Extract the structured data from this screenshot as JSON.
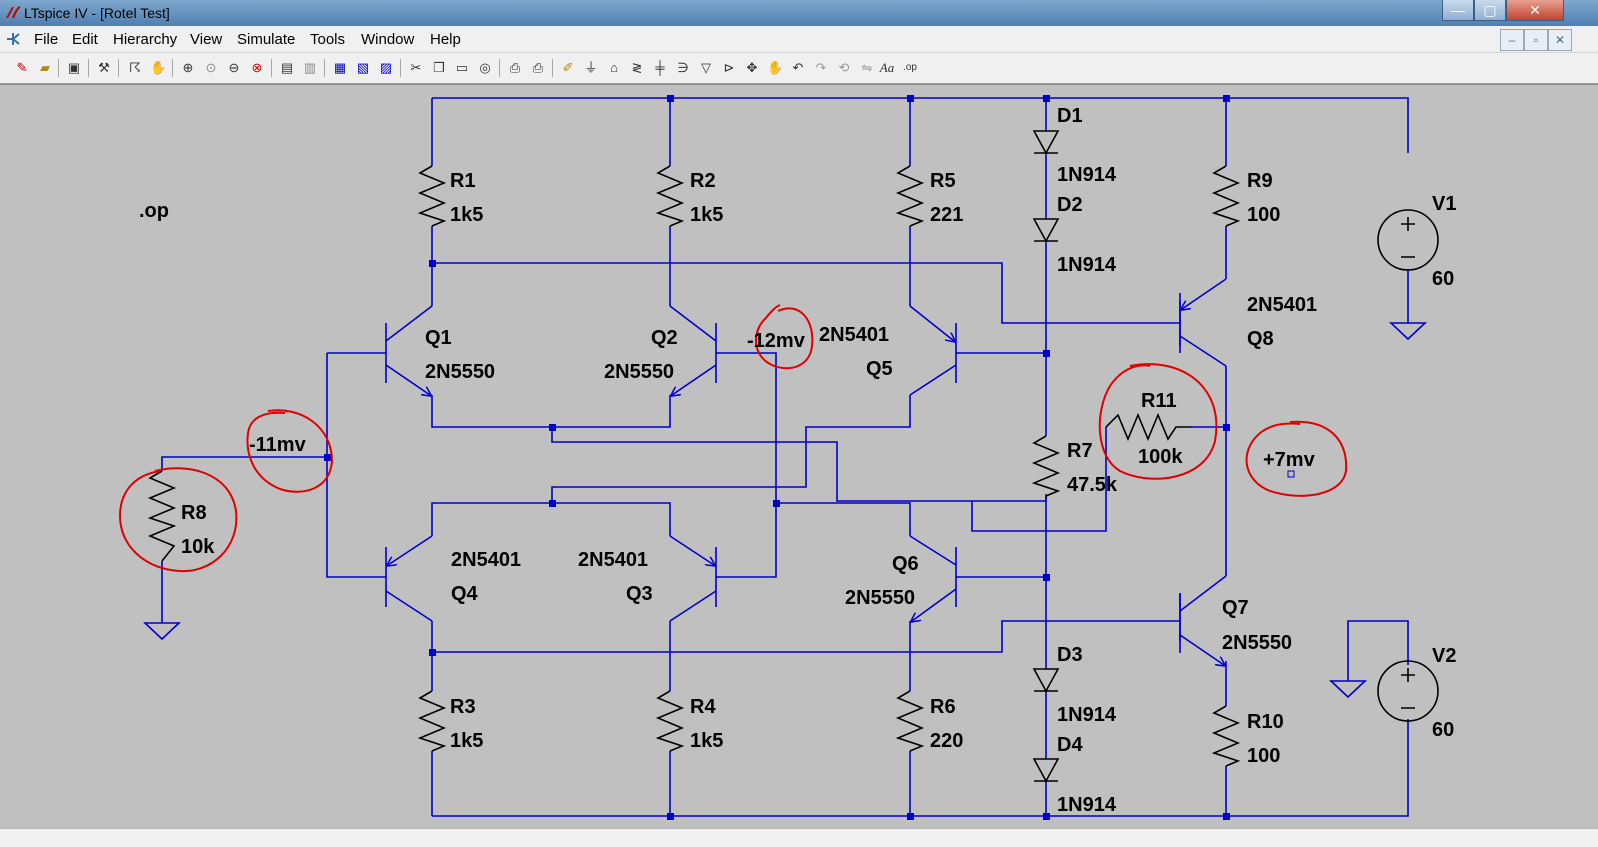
{
  "window": {
    "title": "LTspice IV - [Rotel Test]"
  },
  "window_controls": {
    "minimize": "—",
    "maximize": "▢",
    "close": "✕"
  },
  "menu": {
    "items": [
      "File",
      "Edit",
      "Hierarchy",
      "View",
      "Simulate",
      "Tools",
      "Window",
      "Help"
    ]
  },
  "mdi_controls": {
    "minimize": "–",
    "restore": "▫",
    "close": "✕"
  },
  "colors": {
    "wire": "#0000cc",
    "annotation": "#e00000",
    "background": "#c0c0c0"
  },
  "schematic": {
    "directive": ".op",
    "components": {
      "R1": {
        "ref": "R1",
        "value": "1k5"
      },
      "R2": {
        "ref": "R2",
        "value": "1k5"
      },
      "R3": {
        "ref": "R3",
        "value": "1k5"
      },
      "R4": {
        "ref": "R4",
        "value": "1k5"
      },
      "R5": {
        "ref": "R5",
        "value": "221"
      },
      "R6": {
        "ref": "R6",
        "value": "220"
      },
      "R7": {
        "ref": "R7",
        "value": "47.5k"
      },
      "R8": {
        "ref": "R8",
        "value": "10k"
      },
      "R9": {
        "ref": "R9",
        "value": "100"
      },
      "R10": {
        "ref": "R10",
        "value": "100"
      },
      "R11": {
        "ref": "R11",
        "value": "100k"
      },
      "Q1": {
        "ref": "Q1",
        "value": "2N5550"
      },
      "Q2": {
        "ref": "Q2",
        "value": "2N5550"
      },
      "Q3": {
        "ref": "Q3",
        "value": "2N5401"
      },
      "Q4": {
        "ref": "Q4",
        "value": "2N5401"
      },
      "Q5": {
        "ref": "Q5",
        "value": "2N5401"
      },
      "Q6": {
        "ref": "Q6",
        "value": "2N5550"
      },
      "Q7": {
        "ref": "Q7",
        "value": "2N5550"
      },
      "Q8": {
        "ref": "Q8",
        "value": "2N5401"
      },
      "D1": {
        "ref": "D1",
        "value": "1N914"
      },
      "D2": {
        "ref": "D2",
        "value": "1N914"
      },
      "D3": {
        "ref": "D3",
        "value": "1N914"
      },
      "D4": {
        "ref": "D4",
        "value": "1N914"
      },
      "V1": {
        "ref": "V1",
        "value": "60"
      },
      "V2": {
        "ref": "V2",
        "value": "60"
      }
    },
    "annotations": {
      "a1": "-11mv",
      "a2": "-12mv",
      "a3": "+7mv"
    }
  }
}
